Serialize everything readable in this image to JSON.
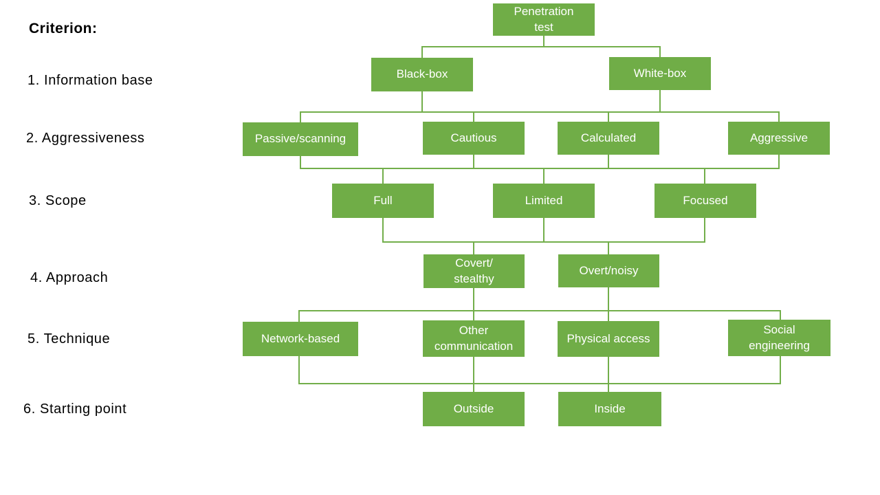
{
  "slide": {
    "heading": "Criterion:",
    "criteria": [
      "1. Information base",
      "2. Aggressiveness",
      "3. Scope",
      "4. Approach",
      "5. Technique",
      "6. Starting point"
    ]
  },
  "diagram": {
    "type": "tree",
    "root": "Penetration\ntest",
    "levels": [
      {
        "criterion": "1. Information base",
        "nodes": [
          "Black-box",
          "White-box"
        ]
      },
      {
        "criterion": "2. Aggressiveness",
        "nodes": [
          "Passive/scanning",
          "Cautious",
          "Calculated",
          "Aggressive"
        ]
      },
      {
        "criterion": "3. Scope",
        "nodes": [
          "Full",
          "Limited",
          "Focused"
        ]
      },
      {
        "criterion": "4. Approach",
        "nodes": [
          "Covert/\nstealthy",
          "Overt/noisy"
        ]
      },
      {
        "criterion": "5. Technique",
        "nodes": [
          "Network-based",
          "Other\ncommunication",
          "Physical access",
          "Social\nengineering"
        ]
      },
      {
        "criterion": "6. Starting point",
        "nodes": [
          "Outside",
          "Inside"
        ]
      }
    ]
  },
  "colors": {
    "background": "#ffffff",
    "box_fill": "#70ad47",
    "box_text": "#ffffff",
    "connector": "#72ae4a",
    "label_text": "#000000"
  }
}
